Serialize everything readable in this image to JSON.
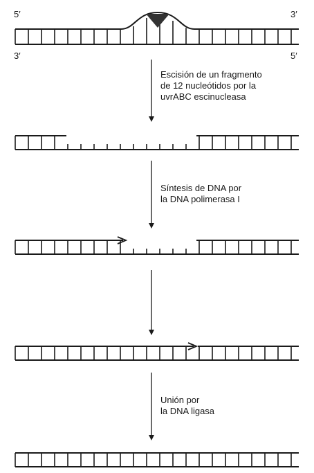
{
  "strand_labels": {
    "top_left": "5′",
    "top_right": "3′",
    "bottom_left": "3′",
    "bottom_right": "5′"
  },
  "steps": [
    {
      "lines": [
        "Escisión de un fragmento",
        "de 12 nucleótidos por la",
        "uvrABC escinucleasa"
      ]
    },
    {
      "lines": [
        "Síntesis de DNA por",
        "la DNA polimerasa I"
      ]
    },
    {
      "lines": []
    },
    {
      "lines": [
        "Unión por",
        "la DNA ligasa"
      ]
    }
  ],
  "colors": {
    "ink": "#1a1a1a",
    "lesion": "#333333"
  }
}
